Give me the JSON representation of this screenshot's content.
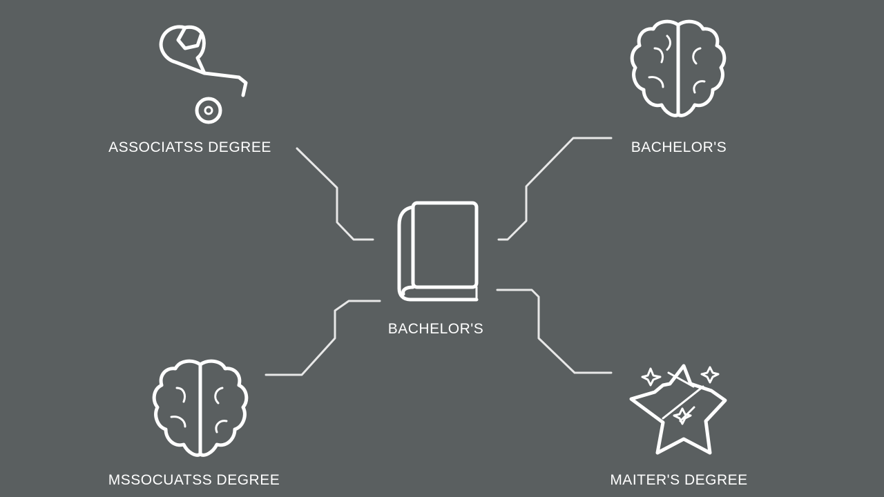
{
  "diagram": {
    "background": "#5a5f60",
    "foreground": "#ffffff",
    "nodes": {
      "top_left": {
        "label": "ASSOCIATSS DEGREE",
        "icon": "wrench-icon"
      },
      "top_right": {
        "label": "BACHELOR'S",
        "icon": "brain-icon"
      },
      "center": {
        "label": "BACHELOR'S",
        "icon": "book-icon"
      },
      "bottom_left": {
        "label": "MSSOCUATSS DEGREE",
        "icon": "brain-icon"
      },
      "bottom_right": {
        "label": "MAITER'S DEGREE",
        "icon": "star-icon"
      }
    }
  }
}
